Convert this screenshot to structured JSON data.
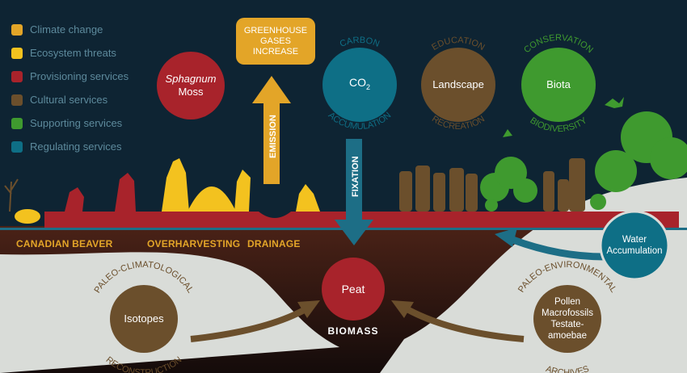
{
  "legend": [
    {
      "label": "Climate change",
      "color": "#e3a528"
    },
    {
      "label": "Ecosystem threats",
      "color": "#f3c21f"
    },
    {
      "label": "Provisioning services",
      "color": "#a8232b"
    },
    {
      "label": "Cultural services",
      "color": "#6b4f2c"
    },
    {
      "label": "Supporting services",
      "color": "#3f9a2f"
    },
    {
      "label": "Regulating services",
      "color": "#0e6f86"
    }
  ],
  "services": {
    "sphagnum": {
      "line1": "Sphagnum",
      "line2": "Moss"
    },
    "co2": {
      "label": "CO",
      "sub": "2",
      "arc_top": "CARBON",
      "arc_bottom": "ACCUMULATION"
    },
    "landscape": {
      "label": "Landscape",
      "arc_top": "EDUCATION",
      "arc_bottom": "RECREATION"
    },
    "biota": {
      "label": "Biota",
      "arc_top": "CONSERVATION",
      "arc_bottom": "BIODIVERSITY"
    }
  },
  "greenhouse": {
    "line1": "GREENHOUSE",
    "line2": "GASES",
    "line3": "INCREASE"
  },
  "arrows": {
    "emission": "EMISSION",
    "fixation": "FIXATION"
  },
  "threats": {
    "beaver": "CANADIAN BEAVER",
    "overharvesting": "OVERHARVESTING",
    "drainage": "DRAINAGE"
  },
  "water": {
    "line1": "Water",
    "line2": "Accumulation"
  },
  "peat": {
    "label": "Peat",
    "biomass": "BIOMASS"
  },
  "isotopes": {
    "label": "Isotopes",
    "arc_top": "PALEO-CLIMATOLOGICAL",
    "arc_bottom": "RECONSTRUCTION"
  },
  "archives": {
    "line1": "Pollen",
    "line2": "Macrofossils",
    "line3": "Testate-",
    "line4": "amoebae",
    "arc_top": "PALEO-ENVIRONMENTAL",
    "arc_bottom": "ARCHIVES"
  },
  "colors": {
    "background": "#0e2433",
    "peat_layer": "#3a1d16",
    "ground_red": "#a8232b",
    "silhouette": "#f3c21f",
    "pale_ground": "#d9dcd8",
    "arrow_brown": "#6b4f2c",
    "arrow_blue": "#1d6e86"
  }
}
